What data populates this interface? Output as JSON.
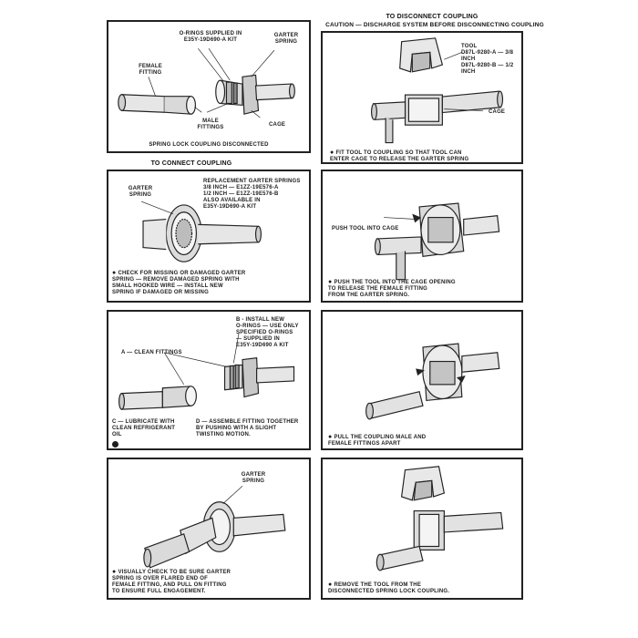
{
  "headers": {
    "disconnect_title": "TO DISCONNECT COUPLING",
    "disconnect_caution": "CAUTION — DISCHARGE SYSTEM BEFORE DISCONNECTING COUPLING",
    "connect_title": "TO CONNECT COUPLING"
  },
  "panel1": {
    "orings": "O-RINGS SUPPLIED IN\nE35Y-19D690-A KIT",
    "garter": "GARTER\nSPRING",
    "female": "FEMALE\nFITTING",
    "male": "MALE\nFITTINGS",
    "cage": "CAGE",
    "caption": "SPRING LOCK COUPLING DISCONNECTED"
  },
  "panel2": {
    "tool": "TOOL\nD87L-9280-A — 3/8 INCH\nD87L-9280-B — 1/2 INCH",
    "cage": "CAGE",
    "caption": "FIT TOOL TO COUPLING SO THAT TOOL CAN\nENTER CAGE TO RELEASE THE GARTER SPRING"
  },
  "panel3": {
    "garter": "GARTER\nSPRING",
    "replacement": "REPLACEMENT GARTER SPRINGS\n3/8 INCH — E1ZZ-19E576-A\n1/2 INCH — E1ZZ-19E576-B\nALSO AVAILABLE IN\nE35Y-19D690-A KIT",
    "caption": "CHECK FOR MISSING OR DAMAGED GARTER\nSPRING — REMOVE DAMAGED SPRING WITH\nSMALL HOOKED WIRE — INSTALL NEW\nSPRING IF DAMAGED OR MISSING"
  },
  "panel4": {
    "push": "PUSH TOOL INTO CAGE",
    "caption": "PUSH THE TOOL INTO THE CAGE OPENING\nTO RELEASE THE FEMALE FITTING\nFROM THE GARTER SPRING."
  },
  "panel5": {
    "install": "B - INSTALL NEW\nO-RINGS — USE ONLY\nSPECIFIED O-RINGS\n— SUPPLIED IN\nE35Y-19D690 A KIT",
    "clean": "A — CLEAN FITTINGS",
    "lubricate": "C — LUBRICATE WITH\nCLEAN REFRIGERANT\nOIL",
    "assemble": "D — ASSEMBLE FITTING TOGETHER\nBY PUSHING WITH A SLIGHT\nTWISTING MOTION."
  },
  "panel6": {
    "caption": "PULL THE COUPLING MALE AND\nFEMALE FITTINGS APART"
  },
  "panel7": {
    "garter": "GARTER\nSPRING",
    "caption": "VISUALLY CHECK TO BE SURE GARTER\nSPRING IS OVER FLARED END OF\nFEMALE FITTING, AND PULL ON FITTING\nTO ENSURE FULL ENGAGEMENT."
  },
  "panel8": {
    "caption": "REMOVE THE TOOL FROM THE\nDISCONNECTED SPRING LOCK COUPLING."
  }
}
